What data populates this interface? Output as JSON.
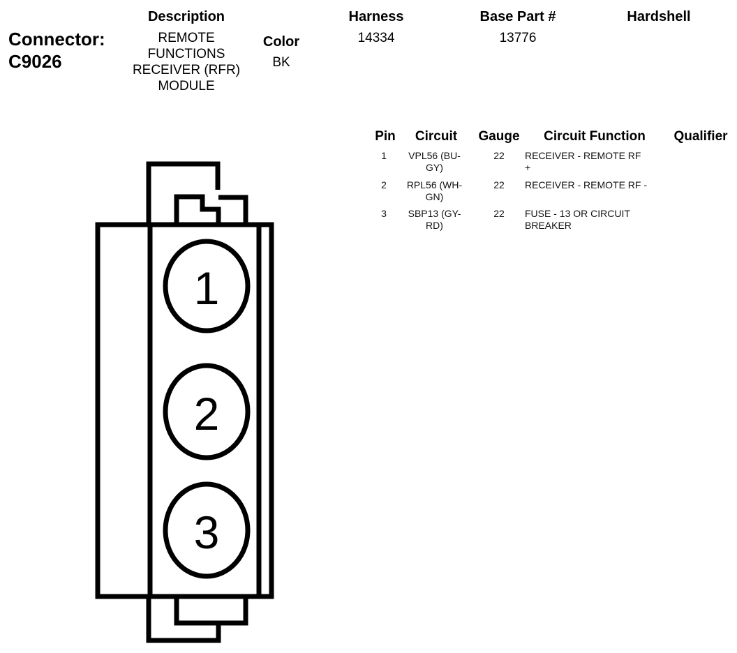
{
  "connector": {
    "label": "Connector:",
    "id": "C9026"
  },
  "headers": {
    "description": "Description",
    "color": "Color",
    "harness": "Harness",
    "base_part": "Base Part #",
    "hardshell": "Hardshell"
  },
  "values": {
    "description_lines": [
      "REMOTE",
      "FUNCTIONS",
      "RECEIVER (RFR)",
      "MODULE"
    ],
    "color": "BK",
    "harness": "14334",
    "base_part": "13776",
    "hardshell": ""
  },
  "pin_table": {
    "columns": {
      "pin": "Pin",
      "circuit": "Circuit",
      "gauge": "Gauge",
      "function": "Circuit Function",
      "qualifier": "Qualifier"
    },
    "rows": [
      {
        "pin": "1",
        "circuit_lines": [
          "VPL56 (BU-",
          "GY)"
        ],
        "gauge": "22",
        "function_lines": [
          "RECEIVER - REMOTE RF",
          "+"
        ],
        "qualifier": ""
      },
      {
        "pin": "2",
        "circuit_lines": [
          "RPL56 (WH-",
          "GN)"
        ],
        "gauge": "22",
        "function_lines": [
          "RECEIVER - REMOTE RF -"
        ],
        "qualifier": ""
      },
      {
        "pin": "3",
        "circuit_lines": [
          "SBP13 (GY-",
          "RD)"
        ],
        "gauge": "22",
        "function_lines": [
          "FUSE - 13 OR CIRCUIT",
          "BREAKER"
        ],
        "qualifier": ""
      }
    ]
  },
  "diagram": {
    "pin_labels": [
      "1",
      "2",
      "3"
    ]
  }
}
